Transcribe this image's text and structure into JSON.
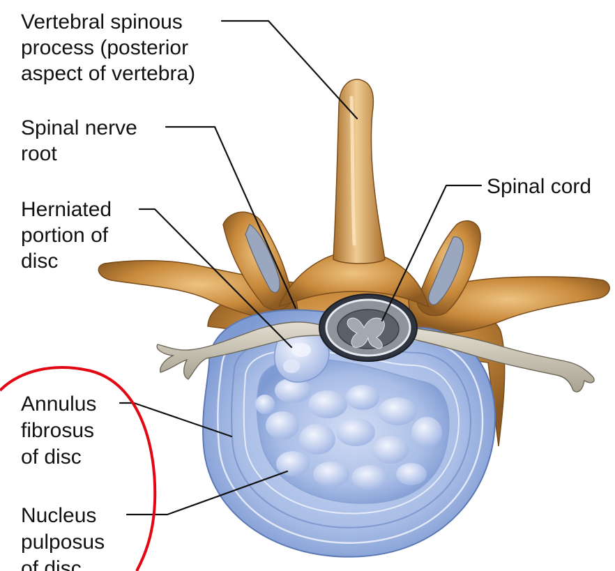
{
  "colors": {
    "background": "#ffffff",
    "bone": "#c98a3c",
    "bone_light": "#e6b774",
    "bone_dark": "#8c5a22",
    "nerve": "#c8c2b2",
    "annulus": "#8aa6d8",
    "annulus_light": "#c4d3ee",
    "nucleus": "#b3c4ea",
    "nucleus_highlight": "#e8eefb",
    "cord": "#6f747a",
    "highlight_circle": "#e30613",
    "text": "#111111"
  },
  "labels": {
    "spinous_process": [
      "Vertebral spinous",
      "process (posterior",
      "aspect of vertebra)"
    ],
    "nerve_root": [
      "Spinal nerve",
      "root"
    ],
    "herniated": [
      "Herniated",
      "portion of",
      "disc"
    ],
    "spinal_cord": [
      "Spinal cord"
    ],
    "annulus": [
      "Annulus",
      "fibrosus",
      "of disc"
    ],
    "nucleus": [
      "Nucleus",
      "pulposus",
      "of disc"
    ]
  }
}
